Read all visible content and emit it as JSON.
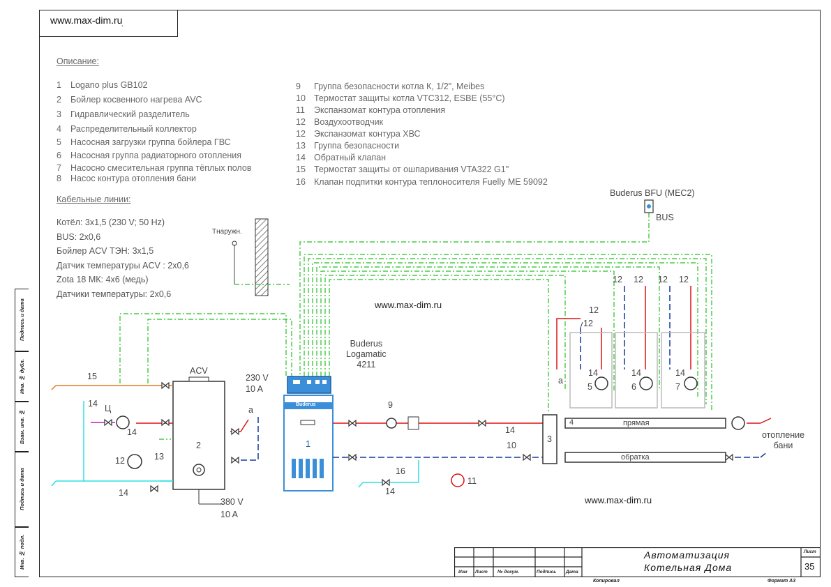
{
  "site": {
    "label": "www.max-dim.ru",
    "tick": "`",
    "watermark_1": "www.max-dim.ru",
    "watermark_2": "www.max-dim.ru"
  },
  "description": {
    "heading": "Описание:",
    "left_items": [
      {
        "n": "1",
        "text": "Logano plus GB102"
      },
      {
        "n": "2",
        "text": "Бойлер косвенного нагрева AVC"
      },
      {
        "n": "3",
        "text": "Гидравлический разделитель"
      },
      {
        "n": "4",
        "text": "Распределительный коллектор"
      },
      {
        "n": "5",
        "text": "Насосная загрузки группа бойлера ГВС"
      },
      {
        "n": "6",
        "text": "Насосная группа радиаторного отопления"
      },
      {
        "n": "7",
        "text": "Насосно смесительная группа тёплых полов"
      },
      {
        "n": "8",
        "text": "Насос контура отопления бани"
      }
    ],
    "right_items": [
      {
        "n": "9",
        "text": "Группа безопасности котла К,  1/2\", Meibes"
      },
      {
        "n": "10",
        "text": "Термостат защиты котла VTC312, ESBE (55°C)"
      },
      {
        "n": "11",
        "text": "Экспанзомат контура отопления"
      },
      {
        "n": "12",
        "text": "Воздухоотводчик"
      },
      {
        "n": "12",
        "text": "Экспанзомат контура ХВС"
      },
      {
        "n": "13",
        "text": "Группа безопасности"
      },
      {
        "n": "14",
        "text": "Обратный клапан"
      },
      {
        "n": "15",
        "text": "Термостат защиты от ошпаривания VTA322 G1\""
      },
      {
        "n": "16",
        "text": "Клапан подпитки контура теплоносителя  Fuelly ME 59092"
      }
    ]
  },
  "cables": {
    "heading": "Кабельные линии:",
    "items": [
      "Котёл: 3х1,5 (230 V; 50 Hz)",
      "BUS: 2х0,6",
      "Бойлер ACV ТЭН: 3х1,5",
      "Датчик температуры ACV : 2х0,6",
      "Zota 18 МК: 4х6 (медь)",
      "Датчики температуры: 2х0,6"
    ]
  },
  "diagram": {
    "t_outdoor": "Тнаружн.",
    "bfu": "Buderus BFU (MEC2)",
    "bus": "BUS",
    "logamatic": [
      "Buderus",
      "Logamatic",
      "4211"
    ],
    "boiler_brand": "Buderus",
    "acv": "ACV",
    "v230": "230 V",
    "a10": "10 A",
    "v380": "380 V",
    "a10b": "10 A",
    "supply": "прямая",
    "return": "обратка",
    "banya": [
      "отопление",
      "бани"
    ],
    "a_label": "a",
    "c_label": "Ц"
  },
  "sidebar": [
    "Подпись и дата",
    "Инв. № дубл.",
    "Взам. инв. №",
    "Подпись и дата",
    "Инв. № подл."
  ],
  "title_block": {
    "line1": "Автоматизация",
    "line2": "Котельная Дома",
    "cols": [
      "Изм",
      "Лист",
      "№ докум.",
      "Подпись",
      "Дата"
    ],
    "sheet_label": "Лист",
    "sheet_no": "35",
    "copied": "Копировал",
    "format": "Формат А3"
  },
  "colors": {
    "supply": "#d11",
    "return": "#123a9a",
    "cold": "#2ee0e0",
    "signal": "#22c022",
    "dhw": "#e07a1a",
    "magenta": "#c21ac2"
  }
}
